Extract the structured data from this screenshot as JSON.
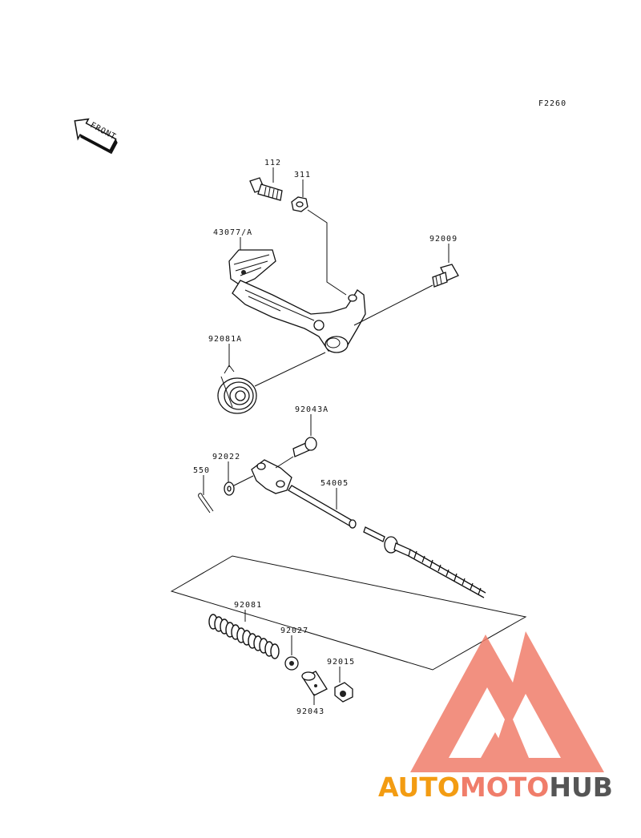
{
  "figure_code": "F2260",
  "direction_label": "FRONT",
  "parts": [
    {
      "id": "112"
    },
    {
      "id": "311"
    },
    {
      "id": "43077/A"
    },
    {
      "id": "92009"
    },
    {
      "id": "92081A"
    },
    {
      "id": "92043A"
    },
    {
      "id": "92022"
    },
    {
      "id": "550"
    },
    {
      "id": "54005"
    },
    {
      "id": "92081"
    },
    {
      "id": "92027"
    },
    {
      "id": "92015"
    },
    {
      "id": "92043"
    }
  ],
  "watermark": {
    "part1": "AUTO",
    "part2": "MOTO",
    "part3": "HUB",
    "colors": {
      "auto": "#f39c12",
      "moto": "#f07d6a",
      "hub": "#555555",
      "logo": "#f07d6a"
    }
  }
}
